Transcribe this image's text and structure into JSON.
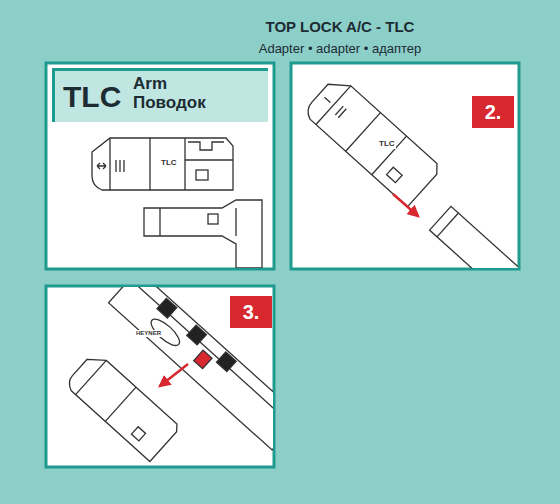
{
  "diagram": {
    "title": "TOP LOCK A/C - TLC",
    "nodes": [
      {
        "text": [
          "TLC",
          "Arm Поводок"
        ]
      },
      {
        "text": [
          "2."
        ]
      },
      {
        "text": [
          "3."
        ]
      }
    ],
    "labels": [
      "Adapter • adapter • адаптер",
      "TLC",
      "TLC",
      "HEYNER"
    ]
  }
}
